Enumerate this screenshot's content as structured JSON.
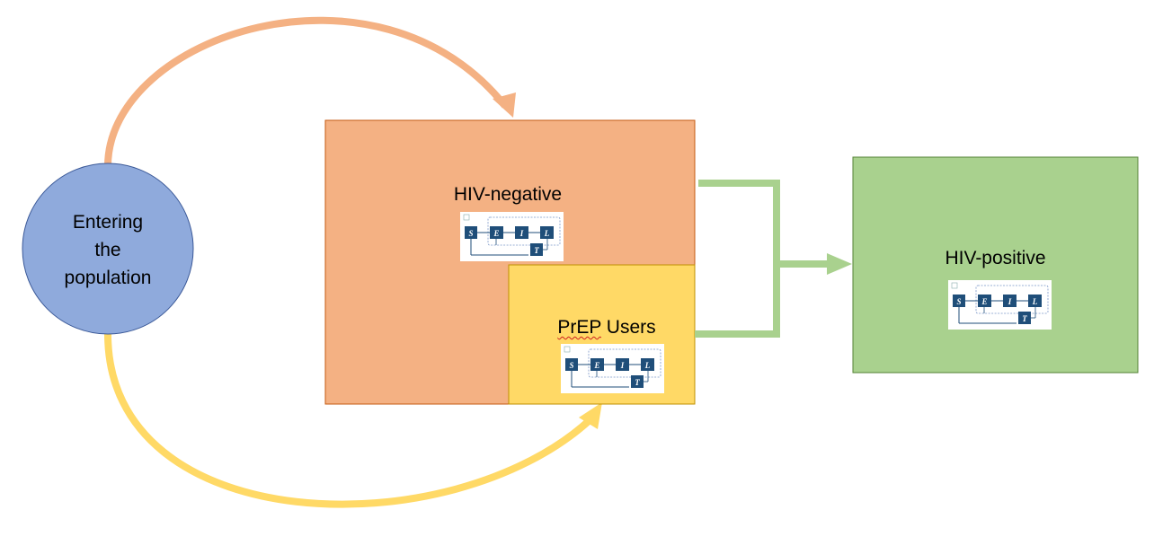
{
  "population": {
    "line1": "Entering",
    "line2": "the",
    "line3": "population"
  },
  "hiv_negative": {
    "label": "HIV-negative"
  },
  "prep": {
    "word": "PrEP",
    "rest": " Users"
  },
  "hiv_positive": {
    "label": "HIV-positive"
  },
  "seilt_model": {
    "nodes": [
      "S",
      "E",
      "I",
      "L",
      "T"
    ]
  },
  "colors": {
    "circle": "#8faadc",
    "negative": "#f4b183",
    "prep": "#ffd966",
    "positive": "#a9d18e",
    "arrow_orange": "#f4b183",
    "arrow_yellow": "#ffd966",
    "arrow_green": "#a9d18e",
    "node": "#1f4e79"
  }
}
